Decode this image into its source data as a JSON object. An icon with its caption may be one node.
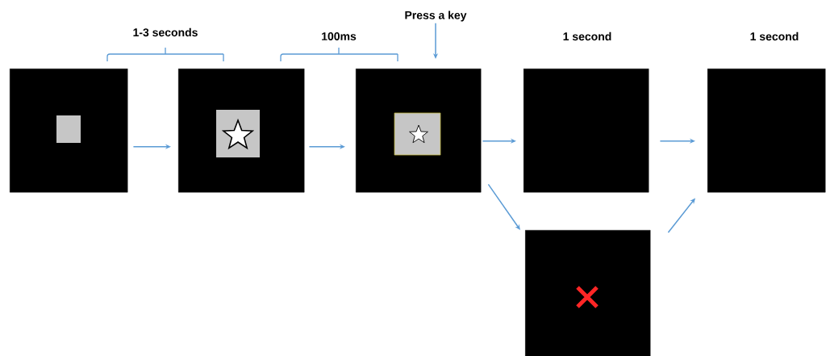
{
  "diagram": {
    "nodes": [
      {
        "text": [],
        "shape": "picture"
      },
      {
        "text": [],
        "shape": "picture"
      },
      {
        "text": [],
        "shape": "picture"
      },
      {
        "text": [],
        "shape": "box",
        "beside": [
          "1 second"
        ]
      },
      {
        "text": [],
        "shape": "box",
        "beside": [
          "1 second"
        ]
      },
      {
        "text": [],
        "shape": "picture"
      },
      {
        "text": [
          "Press a key"
        ]
      }
    ],
    "edges": [
      {
        "from": 0,
        "to": 1,
        "arrow": "to"
      },
      {
        "from": 1,
        "to": 2,
        "arrow": "to"
      },
      {
        "from": 2,
        "to": 3,
        "arrow": "to"
      },
      {
        "from": 2,
        "to": 5,
        "arrow": "to"
      },
      {
        "from": 3,
        "to": 4,
        "arrow": "to"
      },
      {
        "from": 5,
        "to": 4,
        "arrow": "to"
      },
      {
        "from": 6,
        "to": 2,
        "arrow": "to"
      }
    ],
    "labels": [
      "1-3 seconds",
      "100ms"
    ]
  }
}
